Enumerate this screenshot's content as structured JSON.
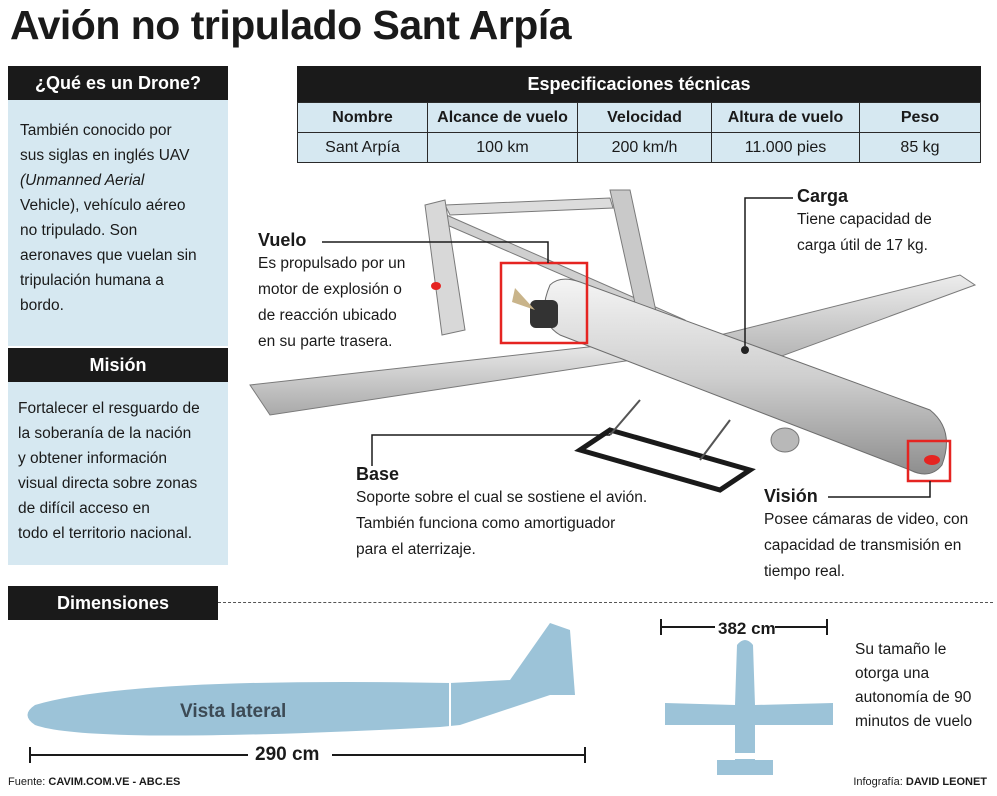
{
  "title": "Avión no tripulado Sant Arpía",
  "what_is": {
    "heading": "¿Qué es un Drone?",
    "lines": [
      "También conocido por",
      "sus siglas en inglés UAV",
      "(Unmanned Aerial",
      "Vehicle), vehículo aéreo",
      "no tripulado. Son",
      "aeronaves que vuelan sin",
      "tripulación humana a",
      "bordo."
    ]
  },
  "mission": {
    "heading": "Misión",
    "lines": [
      "Fortalecer el resguardo de",
      "la soberanía de la nación",
      "y obtener información",
      "visual directa sobre zonas",
      "de difícil acceso en",
      "todo el territorio nacional."
    ]
  },
  "specs": {
    "heading": "Especificaciones técnicas",
    "columns": [
      "Nombre",
      "Alcance de vuelo",
      "Velocidad",
      "Altura de vuelo",
      "Peso"
    ],
    "row": [
      "Sant Arpía",
      "100 km",
      "200 km/h",
      "11.000 pies",
      "85 kg"
    ]
  },
  "callouts": {
    "vuelo": {
      "title": "Vuelo",
      "lines": [
        "Es propulsado por un",
        "motor de explosión o",
        "de reacción ubicado",
        "en su parte trasera."
      ]
    },
    "carga": {
      "title": "Carga",
      "lines": [
        "Tiene capacidad de",
        "carga útil de 17 kg."
      ]
    },
    "base": {
      "title": "Base",
      "lines": [
        "Soporte sobre el cual se sostiene el avión.",
        "También funciona como amortiguador",
        "para el aterrizaje."
      ]
    },
    "vision": {
      "title": "Visión",
      "lines": [
        "Posee cámaras de video, con",
        "capacidad de transmisión en",
        "tiempo real."
      ]
    }
  },
  "dimensions": {
    "heading": "Dimensiones",
    "side_view_label": "Vista lateral",
    "length": "290 cm",
    "wingspan": "382 cm",
    "note_lines": [
      "Su tamaño le",
      "otorga una",
      "autonomía de 90",
      "minutos de vuelo"
    ]
  },
  "footer": {
    "source_label": "Fuente:",
    "source_value": "CAVIM.COM.VE - ABC.ES",
    "credit_label": "Infografía:",
    "credit_value": "DAVID LEONET"
  },
  "colors": {
    "panel": "#d6e8f1",
    "silhouette": "#9cc3d8",
    "header": "#1a1a1a",
    "highlight": "#e52421"
  }
}
